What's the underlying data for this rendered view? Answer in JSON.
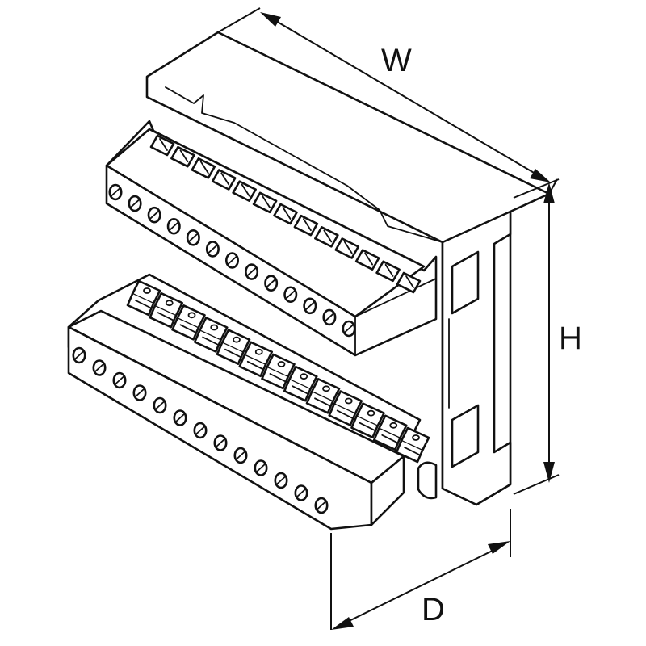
{
  "dimensions": {
    "width_label": "W",
    "height_label": "H",
    "depth_label": "D"
  },
  "component": {
    "upper_row_terminal_count": 13,
    "lower_row_terminal_count": 13,
    "connector_count": 13
  }
}
